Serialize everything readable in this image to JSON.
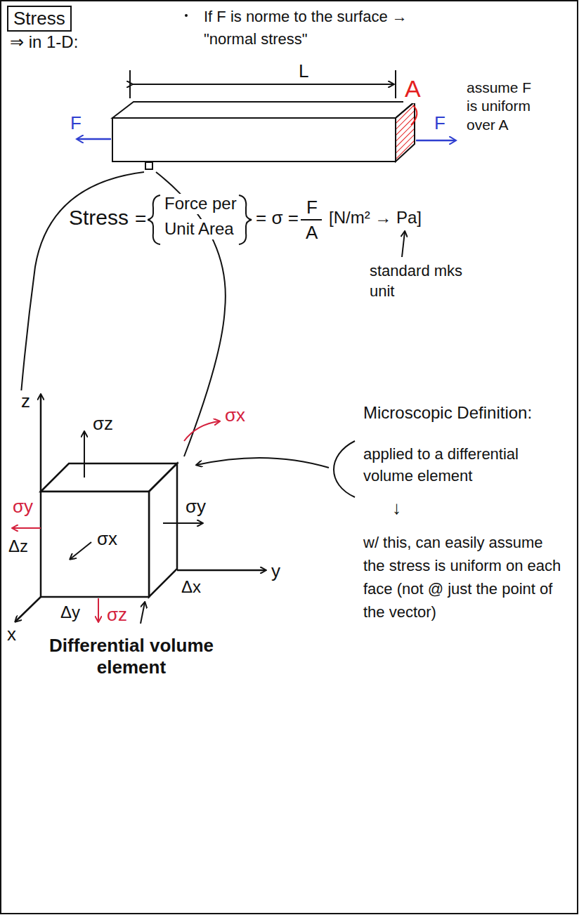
{
  "diagram": {
    "title": "Stress",
    "labels": [
      "⇒ in 1-D:",
      "If F is norme to the surface → \"normal stress\"",
      "L",
      "A",
      "assume F is uniform over A",
      "F",
      "F",
      "Stress",
      "=",
      "Force per",
      "Unit Area",
      "= σ =",
      "F",
      "A",
      "[N/m² → Pa]",
      "standard mks unit",
      "z",
      "σz",
      "σx",
      "σy",
      "Δz",
      "σx",
      "σy",
      "y",
      "Δx",
      "x",
      "Δy",
      "σz",
      "Differential volume element",
      "Microscopic Definition:",
      "applied to a differential volume element",
      "↓",
      "w/ this, can easily assume the stress is uniform on each face (not @ just the point of the vector)"
    ]
  }
}
